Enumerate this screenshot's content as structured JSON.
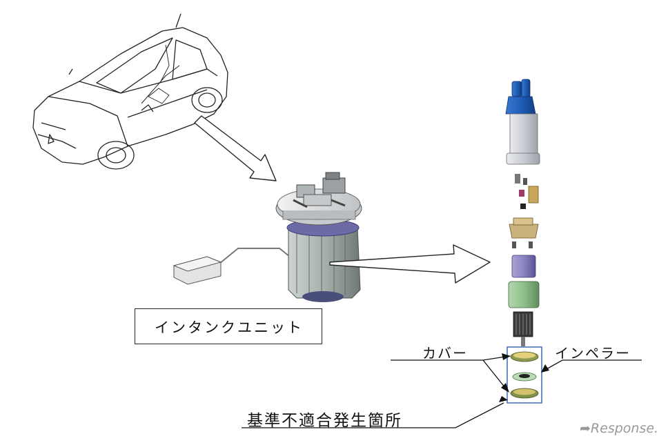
{
  "labels": {
    "intank_unit": "インタンクユニット",
    "cover": "カバー",
    "impeller": "インペラー",
    "nonconformity_location": "基準不適合発生箇所"
  },
  "watermark": {
    "text": "Response."
  },
  "colors": {
    "pump_blue": "#1f5fb8",
    "motor_gray": "#c9ccd2",
    "filter_green": "#8fbf8c",
    "armature_purple": "#7a73b5",
    "unit_body": "#a7b0ad",
    "highlight_frame": "#3e69b3"
  }
}
